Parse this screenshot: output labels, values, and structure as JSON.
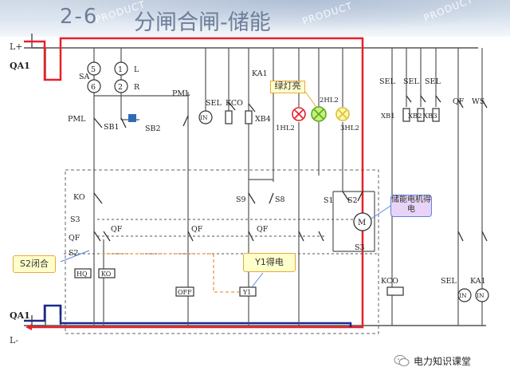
{
  "title": {
    "slide_number": "2-6",
    "text": "分闸合闸-储能"
  },
  "rails": {
    "positive": "L+",
    "negative": "L-"
  },
  "labels": {
    "qa1_top": "QA1",
    "qa1_bottom": "QA1",
    "sa": "SA",
    "pml_left": "PML",
    "pml_right": "PML",
    "sb1": "SB1",
    "sb2": "SB2",
    "sel_1": "SEL",
    "kco_1": "KCO",
    "ka1_top": "KA1",
    "xb4": "XB4",
    "hl_1": "1HL2",
    "hl_2": "2HL2",
    "hl_3": "3HL2",
    "sel_2": "SEL",
    "sel_3": "SEL",
    "sel_4": "SEL",
    "qf_r": "QF",
    "ws": "WS",
    "xb1": "XB1",
    "xb2": "XB2",
    "xb3": "XB3",
    "ko": "KO",
    "s3_l": "S3",
    "qf_l1": "QF",
    "qf_l2": "QF",
    "s2_l": "S2",
    "qf_m1": "QF",
    "qf_m2": "QF",
    "s9": "S9",
    "s8": "S8",
    "s1": "S1",
    "s2_r": "S2",
    "s3_r": "S3",
    "kco_bot": "KCO",
    "sel_bot": "SEL",
    "ka1_bot": "KA1"
  },
  "symbols": {
    "sa_5": "5",
    "sa_6": "6",
    "sa_1": "1",
    "sa_2": "2",
    "sa_L": "L",
    "sa_R": "R",
    "in_1": "IN",
    "in_2": "IN",
    "in_3": "IN",
    "motor": "M"
  },
  "coils": {
    "hq": "HQ",
    "ko": "KO",
    "off": "OFF",
    "y1": "Y1"
  },
  "callouts": {
    "lamp": "绿灯亮",
    "motor": "储能电机得电",
    "s2": "S2闭合",
    "y1": "Y1得电"
  },
  "watermark": {
    "text": "PRODUCT"
  },
  "footer": {
    "icon": "wechat-icon",
    "text": "电力知识课堂"
  },
  "colors": {
    "positive_rail": "#e8202a",
    "negative_rail": "#1a2a8c",
    "wire": "#333333",
    "lamp_red": "#e8202a",
    "lamp_green": "#7ad13a",
    "lamp_yellow": "#f2e04b",
    "callout_yellow": "#ffffcc",
    "callout_purple": "#e9d4f7",
    "callout_border_orange": "#e8a93a",
    "callout_border_blue": "#5b86e5",
    "dash_orange": "#e89a3a"
  }
}
